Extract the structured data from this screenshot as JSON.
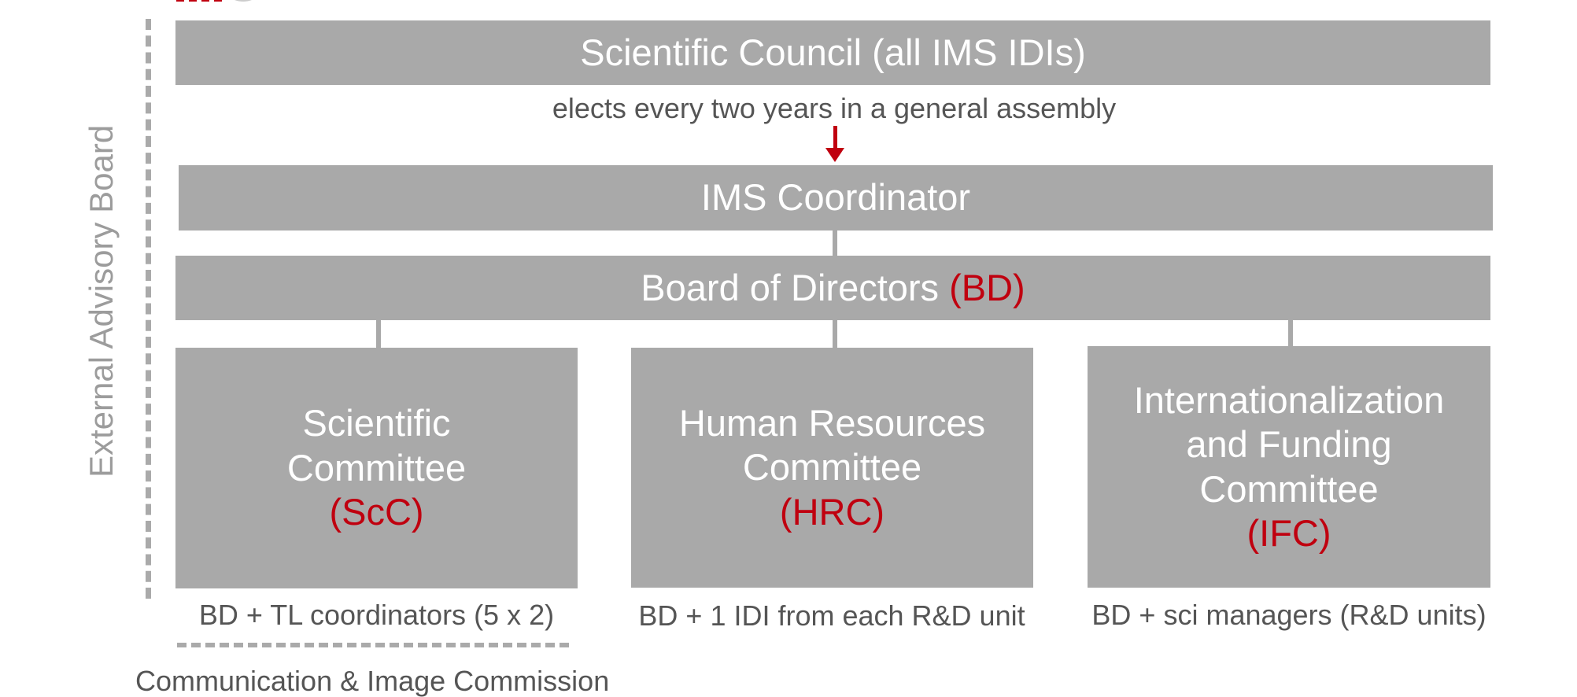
{
  "colors": {
    "box_fill": "#a9a9a9",
    "box_text": "#ffffff",
    "accent": "#c0000f",
    "dashed_line": "#aaaaaa",
    "caption_text": "#555555"
  },
  "external_board": {
    "label": "External Advisory Board"
  },
  "council": {
    "label": "Scientific Council (all IMS IDIs)",
    "election_note": "elects every two years in a general assembly"
  },
  "coordinator": {
    "label": "IMS Coordinator"
  },
  "board": {
    "label_prefix": "Board of Directors ",
    "abbr": "(BD)"
  },
  "committees": [
    {
      "name_line1": "Scientific",
      "name_line2": "Committee",
      "abbr": "(ScC)",
      "members": "BD + TL coordinators (5 x 2)"
    },
    {
      "name_line1": "Human Resources",
      "name_line2": "Committee",
      "abbr": "(HRC)",
      "members": "BD + 1 IDI from each R&D unit"
    },
    {
      "name_line1": "Internationalization",
      "name_line2": "and Funding",
      "name_line3": "Committee",
      "abbr": "(IFC)",
      "members": "BD + sci managers (R&D units)"
    }
  ],
  "commission": {
    "label": "Communication & Image Commission"
  }
}
